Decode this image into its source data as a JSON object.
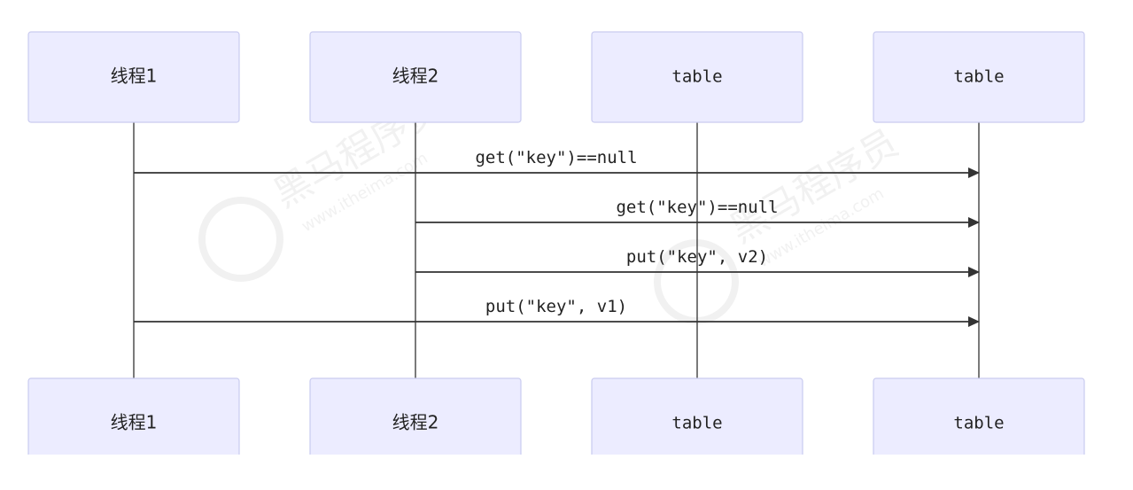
{
  "participants": [
    {
      "label": "线程1"
    },
    {
      "label": "线程2"
    },
    {
      "label": "table"
    },
    {
      "label": "table"
    }
  ],
  "messages": [
    {
      "from": 0,
      "to": 3,
      "label": "get(\"key\")==null"
    },
    {
      "from": 1,
      "to": 3,
      "label": "get(\"key\")==null"
    },
    {
      "from": 1,
      "to": 3,
      "label": "put(\"key\", v2)"
    },
    {
      "from": 0,
      "to": 3,
      "label": "put(\"key\", v1)"
    }
  ],
  "watermark": {
    "brand": "黑马程序员",
    "url": "www.itheima.com"
  },
  "colors": {
    "actor_fill": "#ececff",
    "actor_border": "#c9cbef",
    "line": "#333333"
  }
}
